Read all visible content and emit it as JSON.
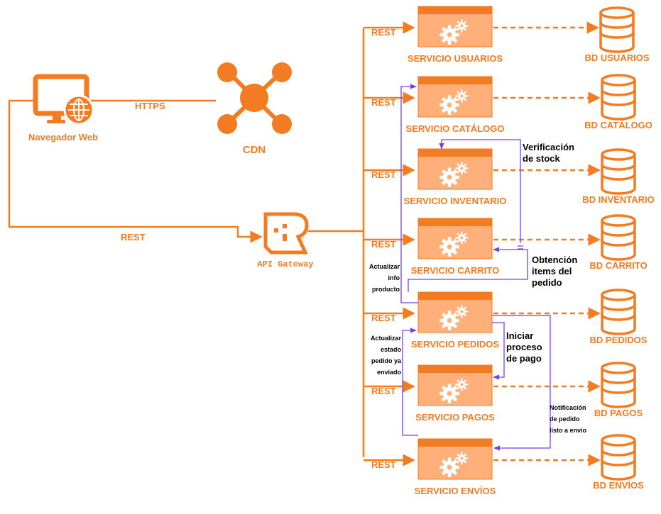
{
  "colors": {
    "accent": "#F37B21",
    "service_fill": "#FFB07A",
    "flow": "#7B3FE4"
  },
  "client": {
    "label": "Navegador Web",
    "icon": "monitor-globe-icon"
  },
  "cdn": {
    "label": "CDN",
    "icon": "network-hub-icon"
  },
  "gateway": {
    "label": "API Gateway",
    "icon": "api-gateway-icon"
  },
  "edges": {
    "https": "HTTPS",
    "rest": "REST"
  },
  "services": [
    {
      "name": "SERVICIO USUARIOS",
      "db": "BD USUARIOS"
    },
    {
      "name": "SERVICIO CATÁLOGO",
      "db": "BD CATÁLOGO"
    },
    {
      "name": "SERVICIO INVENTARIO",
      "db": "BD INVENTARIO"
    },
    {
      "name": "SERVICIO CARRITO",
      "db": "BD CARRITO"
    },
    {
      "name": "SERVICIO PEDIDOS",
      "db": "BD PEDIDOS"
    },
    {
      "name": "SERVICIO PAGOS",
      "db": "BD PAGOS"
    },
    {
      "name": "SERVICIO ENVÍOS",
      "db": "BD ENVÍOS"
    }
  ],
  "flows": {
    "stock": [
      "Verificación",
      "de stock"
    ],
    "items": [
      "Obtención",
      "items del",
      "pedido"
    ],
    "payment": [
      "Iniciar",
      "proceso",
      "de pago"
    ],
    "product": [
      "Actualizar",
      "info",
      "producto"
    ],
    "shipped": [
      "Actualizar",
      "estado",
      "pedido ya",
      "enviado"
    ],
    "notify": [
      "Notificación",
      "de pedido",
      "listo a envío"
    ]
  }
}
